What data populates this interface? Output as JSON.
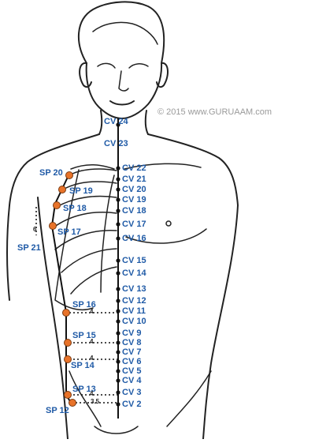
{
  "credit": "© 2015 www.GURUAAM.com",
  "colors": {
    "label": "#1f5aa6",
    "point": "#e8732a",
    "ink": "#222222",
    "credit": "#9a9a9a"
  },
  "cv_points": [
    "CV 24",
    "CV 23",
    "CV 22",
    "CV 21",
    "CV 20",
    "CV 19",
    "CV 18",
    "CV 17",
    "CV 16",
    "CV 15",
    "CV 14",
    "CV 13",
    "CV 12",
    "CV 11",
    "CV 10",
    "CV 9",
    "CV 8",
    "CV 7",
    "CV 6",
    "CV 5",
    "CV 4",
    "CV 3",
    "CV 2"
  ],
  "sp_points": [
    "SP 20",
    "SP 19",
    "SP 18",
    "SP 17",
    "SP 21",
    "SP 16",
    "SP 15",
    "SP 14",
    "SP 13",
    "SP 12"
  ],
  "measurements": {
    "sp21_offset": "6",
    "sp16": "4",
    "sp15": "4",
    "sp14": "4",
    "sp13": "4",
    "sp12": "3.5"
  }
}
